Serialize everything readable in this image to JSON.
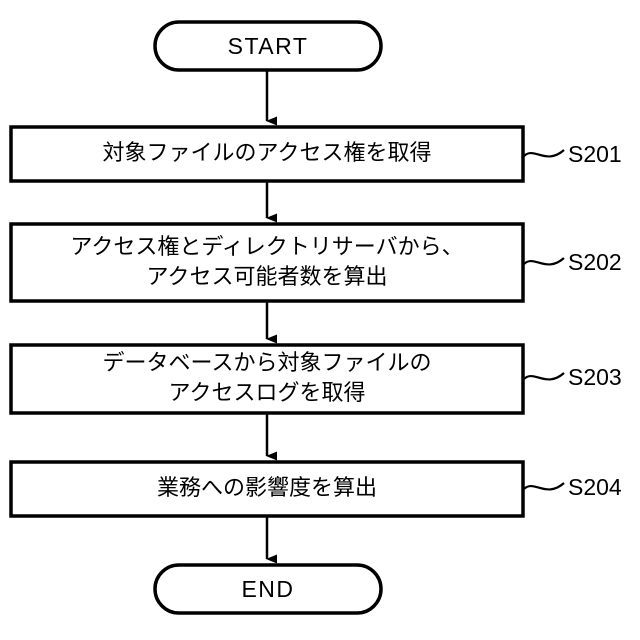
{
  "diagram": {
    "type": "flowchart",
    "orientation": "vertical",
    "stroke_color": "#000000",
    "fill_color": "#ffffff",
    "nodes": [
      {
        "id": "start",
        "shape": "terminator",
        "label": "START"
      },
      {
        "id": "s201",
        "shape": "process",
        "lines": [
          "対象ファイルのアクセス権を取得"
        ],
        "step": "S201"
      },
      {
        "id": "s202",
        "shape": "process",
        "lines": [
          "アクセス権とディレクトリサーバから、",
          "アクセス可能者数を算出"
        ],
        "step": "S202"
      },
      {
        "id": "s203",
        "shape": "process",
        "lines": [
          "データベースから対象ファイルの",
          "アクセスログを取得"
        ],
        "step": "S203"
      },
      {
        "id": "s204",
        "shape": "process",
        "lines": [
          "業務への影響度を算出"
        ],
        "step": "S204"
      },
      {
        "id": "end",
        "shape": "terminator",
        "label": "END"
      }
    ],
    "connectors": [
      {
        "from": "start",
        "to": "s201",
        "arrow": "filled-triangle"
      },
      {
        "from": "s201",
        "to": "s202",
        "arrow": "filled-triangle"
      },
      {
        "from": "s202",
        "to": "s203",
        "arrow": "filled-triangle"
      },
      {
        "from": "s203",
        "to": "s204",
        "arrow": "filled-triangle"
      },
      {
        "from": "s204",
        "to": "end",
        "arrow": "filled-triangle"
      }
    ]
  }
}
